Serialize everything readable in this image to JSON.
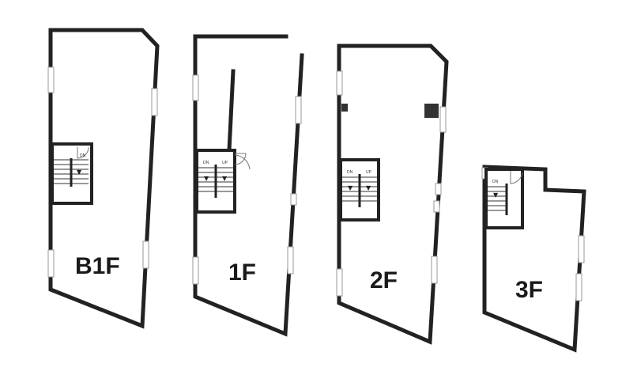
{
  "floors": [
    {
      "id": "b1f",
      "label": "B1F",
      "stair_tags": [
        "DN"
      ]
    },
    {
      "id": "1f",
      "label": "1F",
      "stair_tags": [
        "DN",
        "UP"
      ]
    },
    {
      "id": "2f",
      "label": "2F",
      "stair_tags": [
        "DN",
        "UP"
      ]
    },
    {
      "id": "3f",
      "label": "3F",
      "stair_tags": [
        "DN"
      ]
    }
  ],
  "stair_arrow_glyph": "▼"
}
